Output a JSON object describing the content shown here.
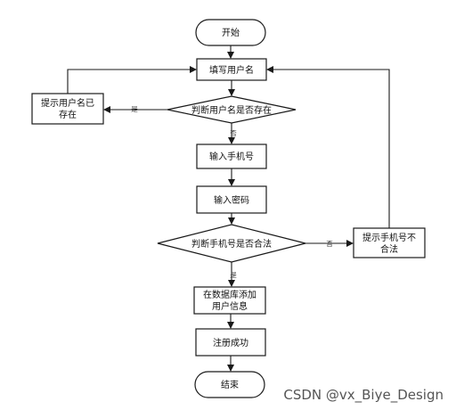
{
  "nodes": {
    "start": "开始",
    "fill_username": "填写用户名",
    "check_username": "判断用户名是否存在",
    "username_exists_l1": "提示用户名已",
    "username_exists_l2": "存在",
    "enter_phone": "输入手机号",
    "enter_password": "输入密码",
    "check_phone": "判断手机号是否合法",
    "phone_invalid_l1": "提示手机号不",
    "phone_invalid_l2": "合法",
    "add_db_l1": "在数据库添加",
    "add_db_l2": "用户信息",
    "register_success": "注册成功",
    "end": "结束"
  },
  "edges": {
    "yes": "是",
    "no": "否"
  },
  "watermark": "CSDN @vx_Biye_Design"
}
